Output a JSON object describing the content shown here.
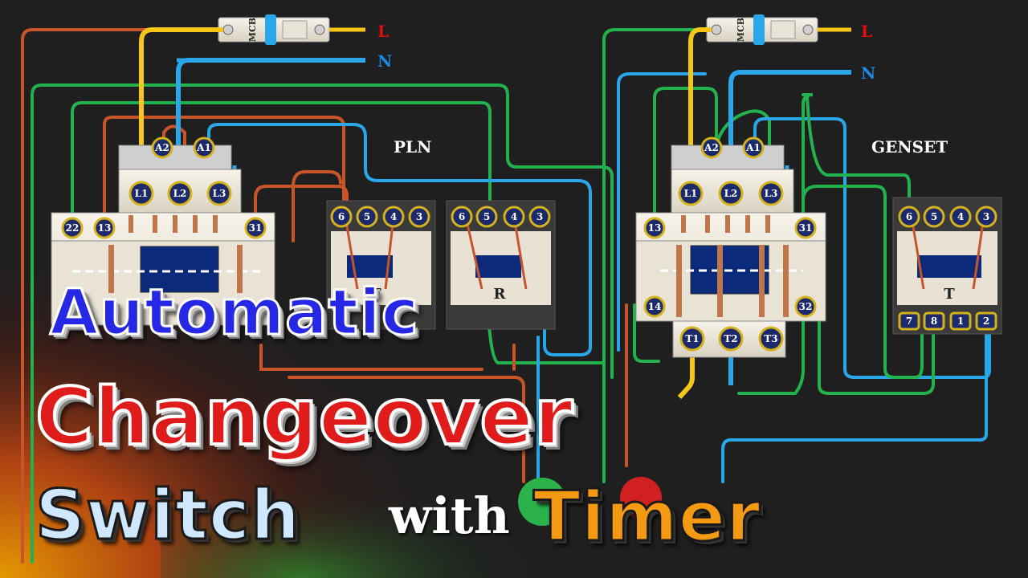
{
  "left_unit": {
    "mcb_label": "MCB",
    "line_L": "L",
    "line_N": "N",
    "section_label": "PLN",
    "contactor": {
      "coil_terms": [
        "A2",
        "A1"
      ],
      "main_terms": [
        "L1",
        "L2",
        "L3"
      ],
      "aux_terms_top": [
        "22",
        "13",
        "31"
      ]
    },
    "relay1": {
      "terms": [
        "6",
        "5",
        "4",
        "3"
      ],
      "letter": "T"
    },
    "relay2": {
      "terms": [
        "6",
        "5",
        "4",
        "3"
      ],
      "letter": "R"
    }
  },
  "right_unit": {
    "mcb_label": "MCB",
    "line_L": "L",
    "line_N": "N",
    "section_label": "GENSET",
    "contactor": {
      "coil_terms": [
        "A2",
        "A1"
      ],
      "main_terms": [
        "L1",
        "L2",
        "L3"
      ],
      "aux_terms_top": [
        "13",
        "31"
      ],
      "aux_terms_bottom": [
        "14",
        "32"
      ],
      "output_terms": [
        "T1",
        "T2",
        "T3"
      ]
    },
    "timer": {
      "terms_top": [
        "6",
        "5",
        "4",
        "3"
      ],
      "letter": "T",
      "terms_bottom": [
        "7",
        "8",
        "1",
        "2"
      ]
    }
  },
  "title": {
    "line1": "Automatic",
    "line2": "Changeover",
    "line3_a": "Switch",
    "line3_b": "with",
    "line3_c": "Timer"
  },
  "colors": {
    "background": "#1f1f1f",
    "wire_live": "#f5c518",
    "wire_neutral": "#2aa7e8",
    "wire_control_green": "#23b14d",
    "wire_control_brown": "#c8552a",
    "terminal_ring": "#d4b21c",
    "terminal_fill": "#1c2a6b",
    "label_L": "#e01010",
    "label_N": "#1e88e5",
    "title_blue": "#2727e6",
    "title_red": "#e01b1b",
    "title_lightblue": "#cfe8ff",
    "title_orange": "#f39a12"
  }
}
